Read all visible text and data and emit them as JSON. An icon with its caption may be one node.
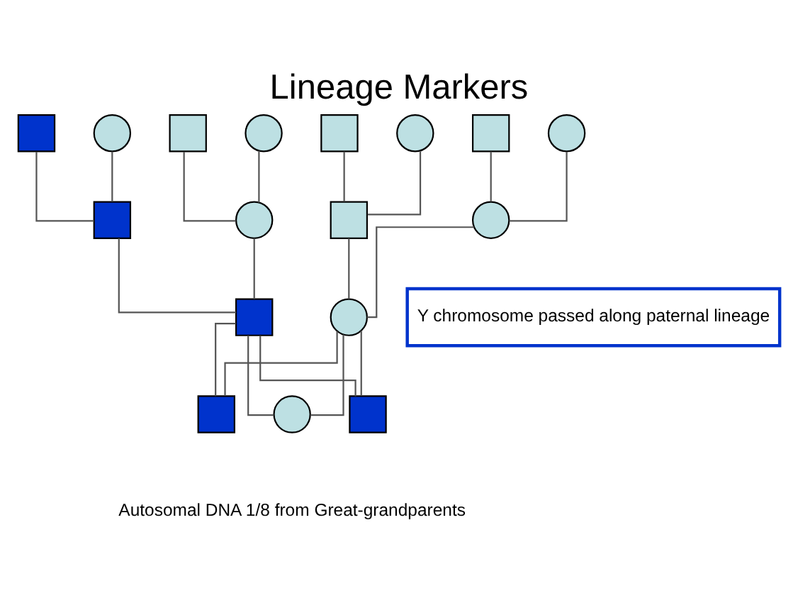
{
  "diagram": {
    "title": "Lineage Markers",
    "nodes": [
      {
        "text": [],
        "shape": "box"
      },
      {
        "text": [],
        "shape": "circle"
      },
      {
        "text": [],
        "shape": "box"
      },
      {
        "text": [],
        "shape": "circle"
      },
      {
        "text": [],
        "shape": "box"
      },
      {
        "text": [],
        "shape": "circle"
      },
      {
        "text": [],
        "shape": "box"
      },
      {
        "text": [],
        "shape": "circle"
      },
      {
        "text": [],
        "shape": "box"
      },
      {
        "text": [],
        "shape": "circle"
      },
      {
        "text": [],
        "shape": "box"
      },
      {
        "text": [],
        "shape": "circle"
      },
      {
        "text": [],
        "shape": "box"
      },
      {
        "text": [],
        "shape": "circle"
      },
      {
        "text": [],
        "shape": "box"
      },
      {
        "text": [],
        "shape": "circle"
      },
      {
        "text": [],
        "shape": "box"
      },
      {
        "text": [
          "Y chromosome passed along paternal lineage"
        ]
      }
    ],
    "edges": [
      {
        "from": 0,
        "to": 8,
        "arrow": "none"
      },
      {
        "from": 1,
        "to": 8,
        "arrow": "none"
      },
      {
        "from": 2,
        "to": 9,
        "arrow": "none"
      },
      {
        "from": 3,
        "to": 9,
        "arrow": "none"
      },
      {
        "from": 4,
        "to": 10,
        "arrow": "none"
      },
      {
        "from": 5,
        "to": 10,
        "arrow": "none"
      },
      {
        "from": 6,
        "to": 11,
        "arrow": "none"
      },
      {
        "from": 7,
        "to": 11,
        "arrow": "none"
      },
      {
        "from": 8,
        "to": 12,
        "arrow": "none"
      },
      {
        "from": 9,
        "to": 12,
        "arrow": "none"
      },
      {
        "from": 10,
        "to": 13,
        "arrow": "none"
      },
      {
        "from": 11,
        "to": 13,
        "arrow": "none"
      },
      {
        "from": 12,
        "to": 14,
        "arrow": "none"
      },
      {
        "from": 13,
        "to": 14,
        "arrow": "none"
      },
      {
        "from": 12,
        "to": 15,
        "arrow": "none"
      },
      {
        "from": 13,
        "to": 15,
        "arrow": "none"
      },
      {
        "from": 12,
        "to": 16,
        "arrow": "none"
      },
      {
        "from": 13,
        "to": 16,
        "arrow": "none"
      }
    ],
    "labels": [
      "Autosomal DNA 1/8 from Great-grandparents"
    ]
  }
}
